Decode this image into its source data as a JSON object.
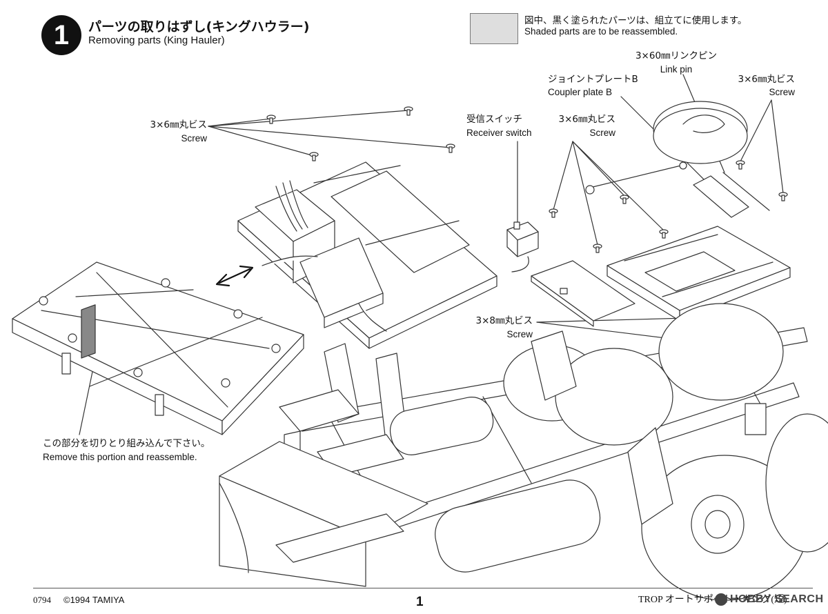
{
  "step": {
    "number": "1",
    "title_jp": "パーツの取りはずし(キングハウラー)",
    "title_en": "Removing parts (King Hauler)"
  },
  "legend": {
    "text_jp": "図中、黒く塗られたパーツは、組立てに使用します。",
    "text_en": "Shaded parts are to be reassembled."
  },
  "callouts": {
    "screw_left": {
      "jp": "3×6㎜丸ビス",
      "en": "Screw"
    },
    "receiver_switch": {
      "jp": "受信スイッチ",
      "en": "Receiver switch"
    },
    "screw_mid": {
      "jp": "3×6㎜丸ビス",
      "en": "Screw"
    },
    "coupler_plate": {
      "jp": "ジョイントプレートB",
      "en": "Coupler plate B"
    },
    "link_pin": {
      "jp": "3×60㎜リンクピン",
      "en": "Link pin"
    },
    "screw_right": {
      "jp": "3×6㎜丸ビス",
      "en": "Screw"
    },
    "screw_8mm": {
      "jp": "3×8㎜丸ビス",
      "en": "Screw"
    },
    "remove_portion": {
      "jp": "この部分を切りとり組み込んで下さい。",
      "en": "Remove this portion and reassemble."
    }
  },
  "footer": {
    "code": "0794",
    "copyright": "©1994 TAMIYA",
    "page": "1",
    "brand": "TROP オートサポート・キング(短)",
    "watermark": "HOBBY SEARCH"
  },
  "colors": {
    "ink": "#111111",
    "shade": "#dedede",
    "line": "#333333"
  }
}
